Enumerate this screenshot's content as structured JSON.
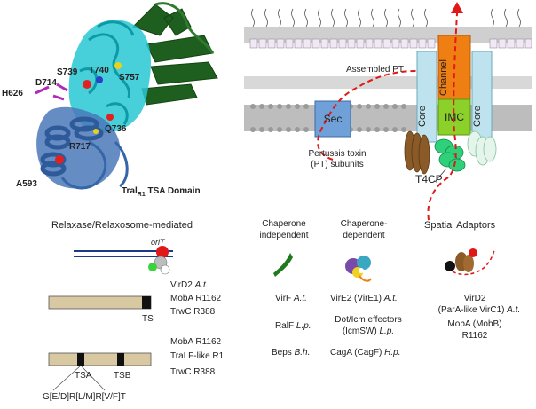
{
  "protein": {
    "residues": {
      "h626": "H626",
      "d714": "D714",
      "s739": "S739",
      "t740": "T740",
      "s757": "S757",
      "q736": "Q736",
      "r717": "R717",
      "a593": "A593"
    },
    "caption_prefix": "Tral",
    "caption_sub": "R1",
    "caption_suffix": " TSA Domain"
  },
  "membrane": {
    "core_left": "Core",
    "channel": "Channel",
    "core_right": "Core",
    "imc": "IMC",
    "sec": "Sec",
    "assembled_pt": "Assembled PT",
    "pertussis_line1": "Pertussis toxin",
    "pertussis_line2": "(PT) subunits",
    "t4cp": "T4CP",
    "colors": {
      "channel": "#f07f13",
      "imc": "#8bd12a",
      "core": "#bfe3ee",
      "sec": "#6fa0d8",
      "route": "#e01818"
    }
  },
  "relaxase": {
    "header": "Relaxase/Relaxosome-mediated",
    "orit": "oriT",
    "row1_l1_name": "VirD2",
    "row1_l1_org": "A.t.",
    "row1_l2": "MobA R1162",
    "row1_l3": "TrwC R388",
    "ts": "TS",
    "row2_l1": "MobA R1162",
    "row2_l2": "TraI F-like R1",
    "row2_l3": "TrwC R388",
    "tsa": "TSA",
    "tsb": "TSB",
    "motif": "G[E/D]R[L/M]R[V/F]T"
  },
  "chaperone_indep": {
    "header_l1": "Chaperone",
    "header_l2": "independent",
    "item1_name": "VirF",
    "item1_org": "A.t.",
    "item2_name": "RalF",
    "item2_org": "L.p.",
    "item3_name": "Beps",
    "item3_org": "B.h."
  },
  "chaperone_dep": {
    "header_l1": "Chaperone-",
    "header_l2": "dependent",
    "item1_name": "VirE2 (VirE1)",
    "item1_org": "A.t.",
    "item2_l1": "Dot/Icm effectors",
    "item2_l2_name": "(IcmSW)",
    "item2_l2_org": "L.p.",
    "item3_name": "CagA (CagF)",
    "item3_org": "H.p."
  },
  "spatial": {
    "header": "Spatial Adaptors",
    "item1_l1": "VirD2",
    "item1_l2_name": "(ParA-like VirC1)",
    "item1_l2_org": "A.t.",
    "item2_l1": "MobA (MobB)",
    "item2_l2": "R1162"
  }
}
